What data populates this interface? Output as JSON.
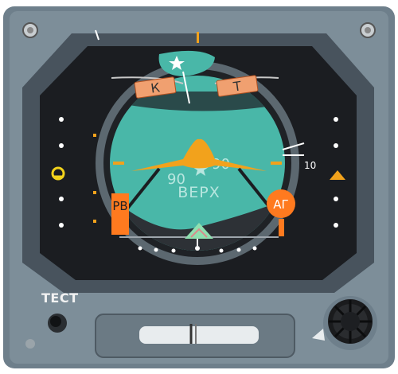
{
  "panel": {
    "test_label": "ТЕСТ"
  },
  "attitude": {
    "bank_left_label": "К",
    "bank_right_label": "Т",
    "pitch_left_value": "90",
    "pitch_right_value": "90",
    "up_label": "ВЕРХ",
    "right_scale_value": "10"
  },
  "flags": {
    "left_flag": "РВ",
    "right_flag": "АГ"
  },
  "colors": {
    "bezel": "#6f7f8a",
    "panel_dark": "#3d4a55",
    "face_black": "#1b1d21",
    "sky_cyan": "#48b6a8",
    "aircraft_orange": "#f2a21c",
    "flag_orange": "#ff7a1f",
    "slip_green": "#8fe0b0"
  },
  "icons": {
    "screws": "screw-icon",
    "aircraft": "aircraft-symbol-icon",
    "star": "star-icon",
    "knob": "knob-icon",
    "test_button": "test-button-icon"
  }
}
